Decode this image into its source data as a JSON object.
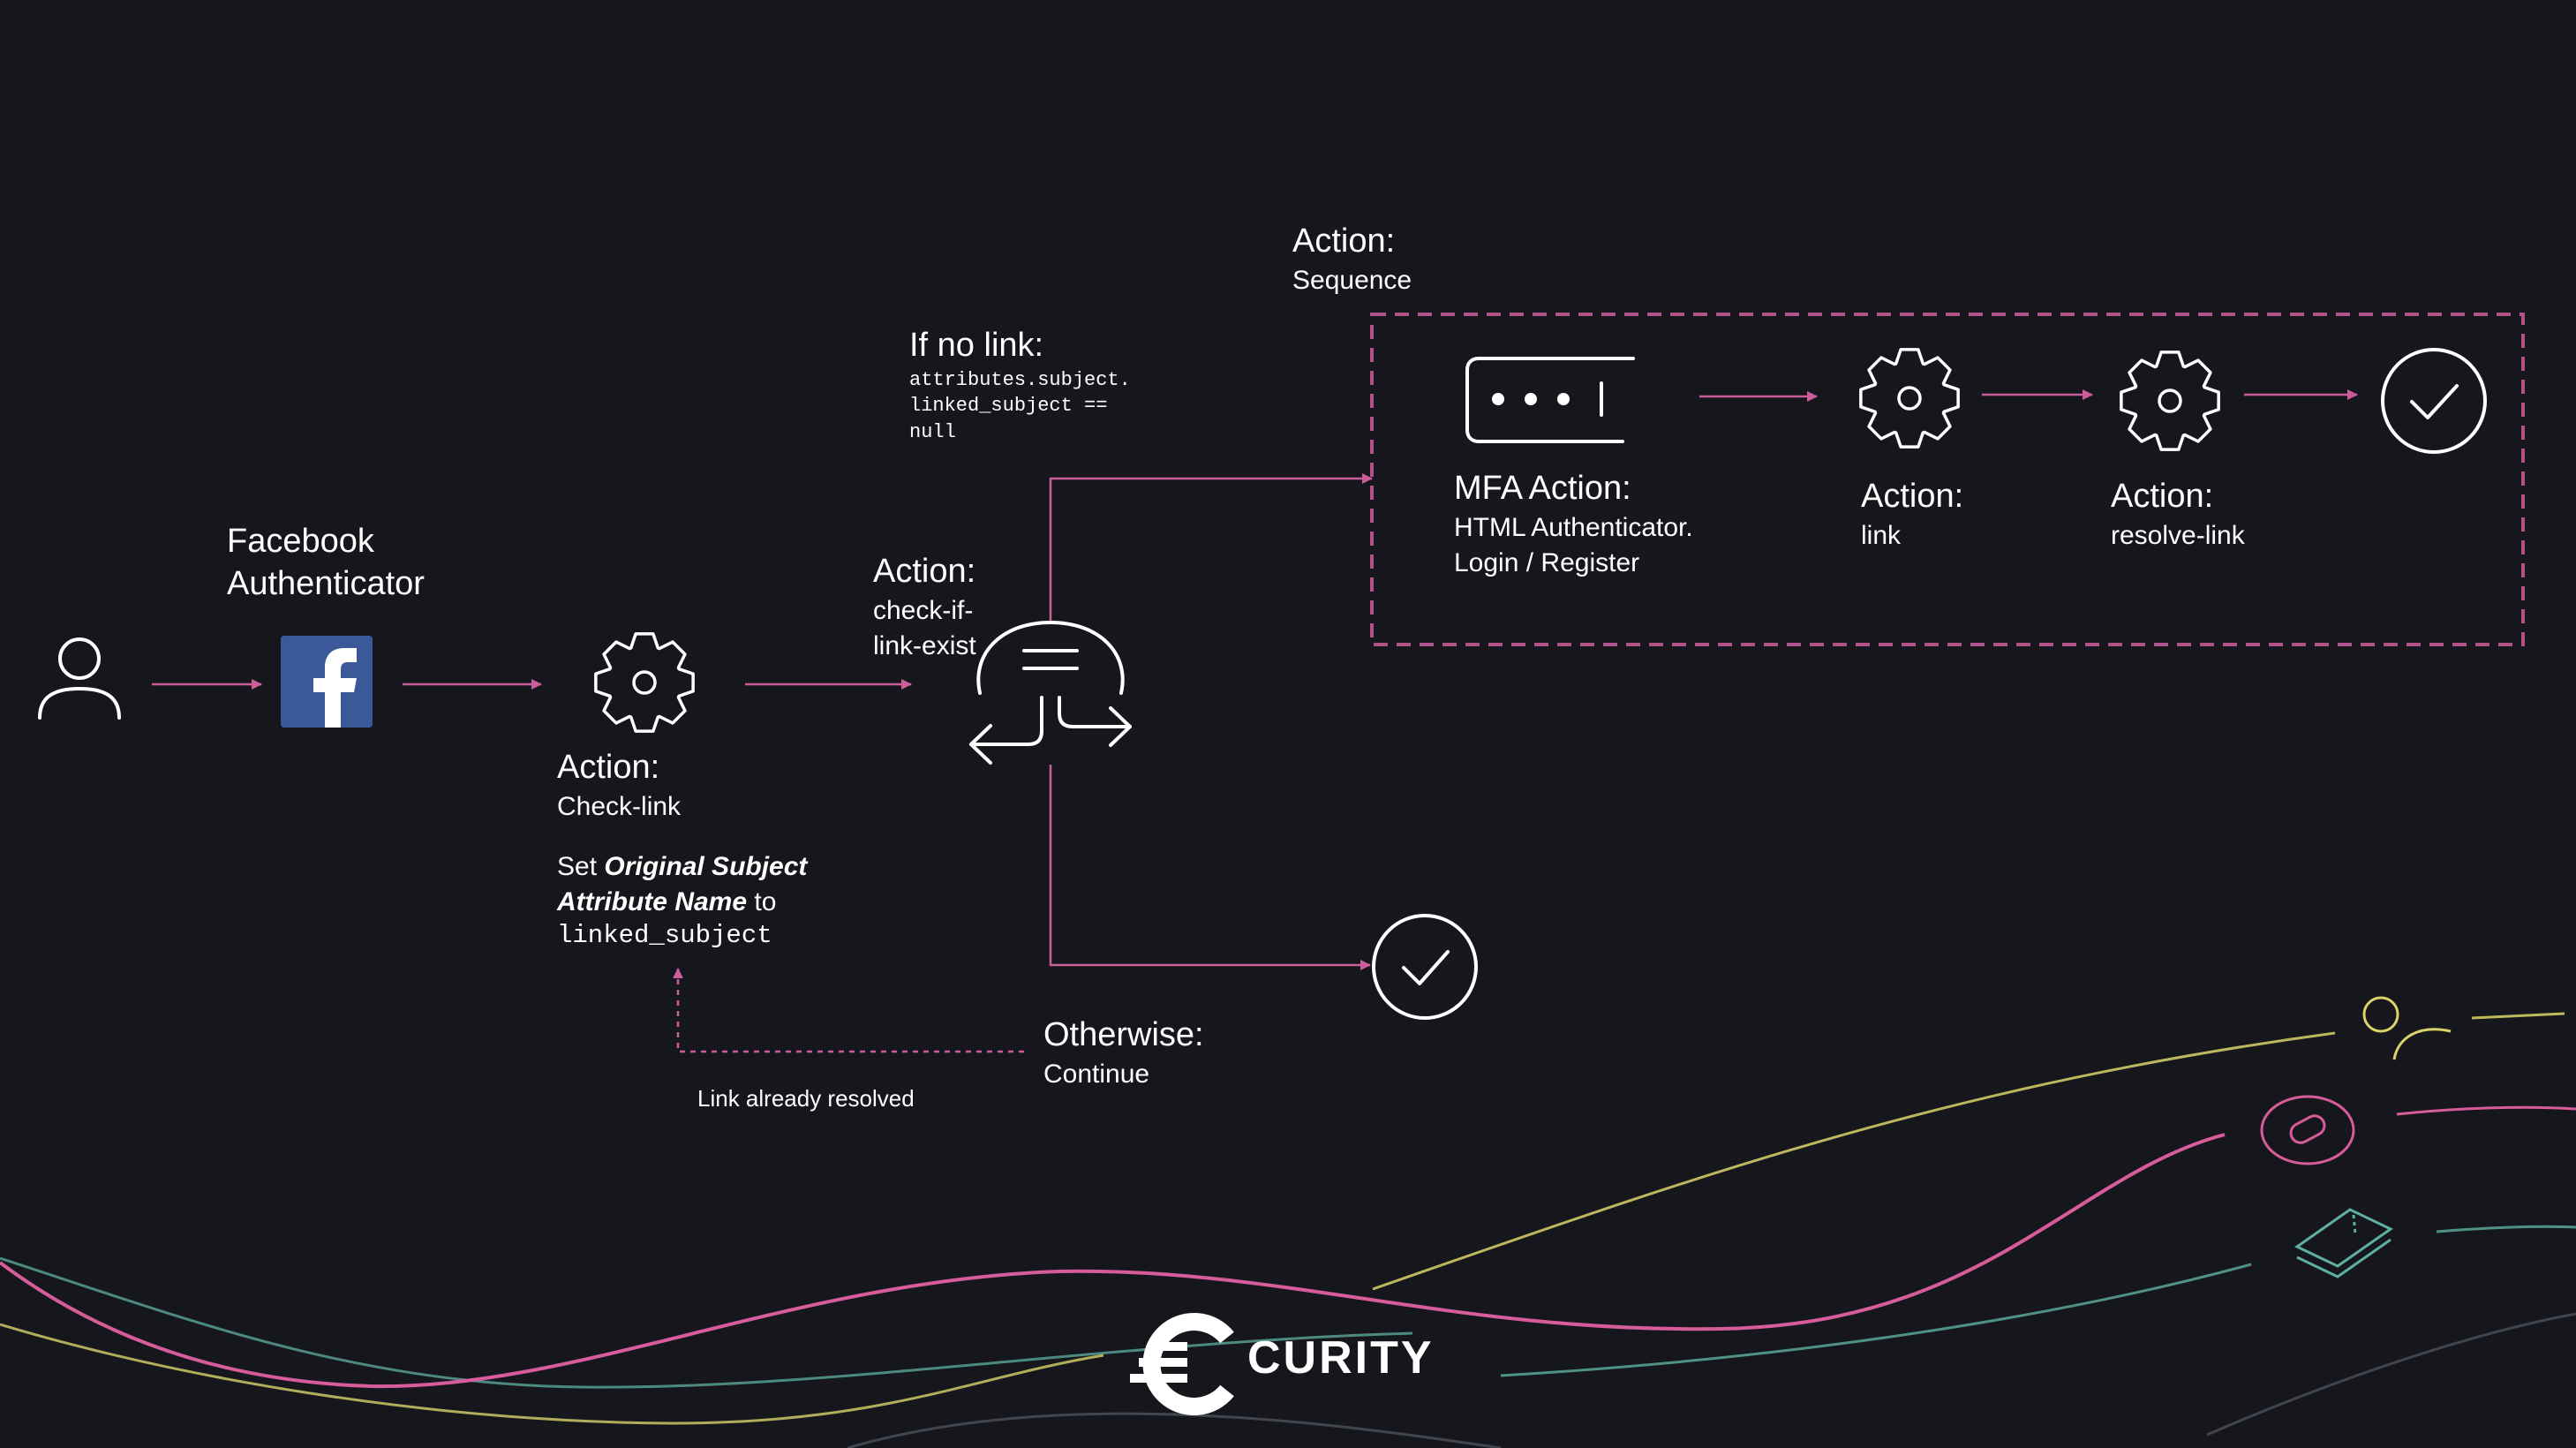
{
  "colors": {
    "background": "#16171c",
    "arrow": "#cc5d9b",
    "foreground": "#ffffff",
    "facebook": "#3b5998",
    "deco_yellow": "#d9d36a",
    "deco_teal": "#5fb0a2",
    "deco_pink": "#d65c9c"
  },
  "nodes": {
    "facebook": {
      "title_line1": "Facebook",
      "title_line2": "Authenticator",
      "icon": "facebook-f-icon"
    },
    "check_link": {
      "title": "Action:",
      "subtitle": "Check-link",
      "desc_prefix": "Set ",
      "desc_em1": "Original Subject",
      "desc_em2": "Attribute Name",
      "desc_suffix": " to",
      "desc_code": "linked_subject"
    },
    "check_if_link_exist": {
      "title": "Action:",
      "line1": "check-if-",
      "line2": "link-exist"
    },
    "if_no_link": {
      "title": "If no link:",
      "code1": "attributes.subject.",
      "code2": "linked_subject ==",
      "code3": "null"
    },
    "sequence": {
      "title": "Action:",
      "subtitle": "Sequence"
    },
    "mfa": {
      "title": "MFA Action:",
      "line1": "HTML Authenticator.",
      "line2": "Login / Register"
    },
    "link": {
      "title": "Action:",
      "subtitle": "link"
    },
    "resolve_link": {
      "title": "Action:",
      "subtitle": "resolve-link"
    },
    "otherwise": {
      "title": "Otherwise:",
      "subtitle": "Continue"
    },
    "loop_label": "Link already resolved"
  },
  "logo": {
    "text": "CURITY"
  }
}
